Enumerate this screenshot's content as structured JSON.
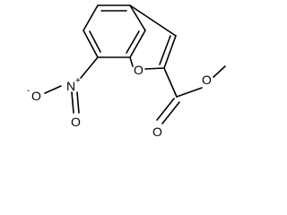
{
  "molecule": {
    "atoms": {
      "nitro_n": "N",
      "nitro_n_charge": "+",
      "nitro_o_neg": "O",
      "nitro_o_neg_charge": "-",
      "nitro_o": "O",
      "ring_o": "O",
      "carbonyl_o": "O",
      "ester_o": "O"
    }
  }
}
